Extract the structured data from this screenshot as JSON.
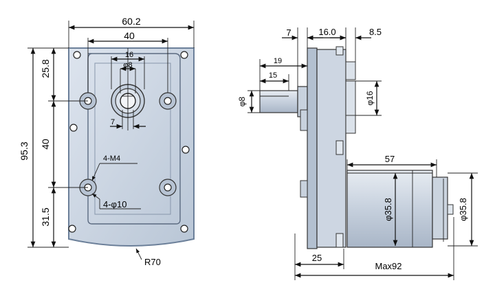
{
  "colors": {
    "plate_fill": "#cfd8e4",
    "plate_shade": "#b9c6d6",
    "plate_edge": "#6b7f99",
    "dimension_line": "#111111",
    "background": "#ffffff"
  },
  "front_view": {
    "dim_overall_width": "60.2",
    "dim_inner_width": "40",
    "dim_shaft_boss": "16",
    "dim_shaft_dia": "φ8",
    "dim_flat": "7",
    "dim_total_height": "95.3",
    "dim_top_offset": "25.8",
    "dim_hole_spacing": "40",
    "dim_bottom_offset": "31.5",
    "label_threads": "4-M4",
    "label_holes": "4-φ10",
    "label_radius": "R70"
  },
  "side_view": {
    "dim_shaft_flat": "7",
    "dim_gearbox_depth": "16.0",
    "dim_motor_extra": "8.5",
    "dim_shaft_length": "19",
    "dim_shaft_key": "15",
    "dim_shaft_dia": "φ8",
    "dim_boss_dia": "φ16",
    "dim_motor_length": "57",
    "dim_motor_dia": "φ35.8",
    "dim_motor_dia_end": "φ35.8",
    "dim_mount_offset": "25",
    "dim_max_length": "Max92"
  }
}
